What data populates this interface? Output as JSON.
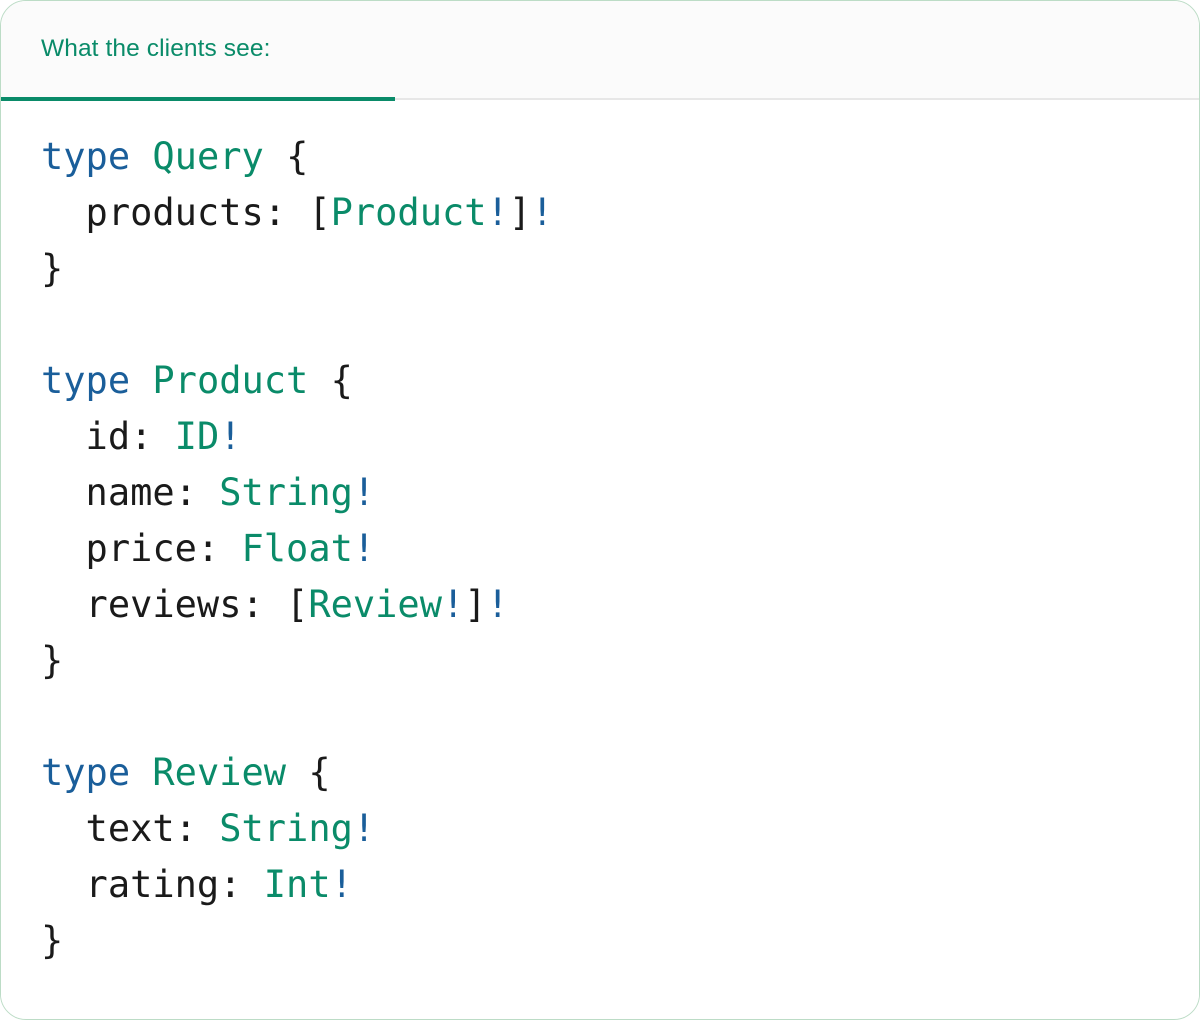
{
  "card": {
    "border_color": "#bcdcc6",
    "background": "#ffffff"
  },
  "header": {
    "background": "#fbfbfb",
    "divider_color": "#e7e7e7",
    "active_tab": {
      "label": "What the clients see:",
      "accent_color": "#0a8b69",
      "underline_color": "#0a8b69"
    }
  },
  "syntax_colors": {
    "keyword": "#1a5e9a",
    "type_name": "#0a8b69",
    "punctuation": "#1a1a1a",
    "field_name": "#1a1a1a",
    "non_null_bang": "#1a5e9a"
  },
  "code": {
    "language": "graphql",
    "raw": "type Query {\n  products: [Product!]!\n}\n\ntype Product {\n  id: ID!\n  name: String!\n  price: Float!\n  reviews: [Review!]!\n}\n\ntype Review {\n  text: String!\n  rating: Int!\n}",
    "lines": [
      {
        "id": "l1",
        "tokens": [
          {
            "t": "type",
            "c": "kw"
          },
          {
            "t": " ",
            "c": "plain"
          },
          {
            "t": "Query",
            "c": "type"
          },
          {
            "t": " ",
            "c": "plain"
          },
          {
            "t": "{",
            "c": "punct"
          }
        ]
      },
      {
        "id": "l2",
        "tokens": [
          {
            "t": "  products",
            "c": "field"
          },
          {
            "t": ": ",
            "c": "punct"
          },
          {
            "t": "[",
            "c": "punct"
          },
          {
            "t": "Product",
            "c": "type"
          },
          {
            "t": "!",
            "c": "bang"
          },
          {
            "t": "]",
            "c": "punct"
          },
          {
            "t": "!",
            "c": "bang"
          }
        ]
      },
      {
        "id": "l3",
        "tokens": [
          {
            "t": "}",
            "c": "punct"
          }
        ]
      },
      {
        "id": "l4",
        "tokens": []
      },
      {
        "id": "l5",
        "tokens": [
          {
            "t": "type",
            "c": "kw"
          },
          {
            "t": " ",
            "c": "plain"
          },
          {
            "t": "Product",
            "c": "type"
          },
          {
            "t": " ",
            "c": "plain"
          },
          {
            "t": "{",
            "c": "punct"
          }
        ]
      },
      {
        "id": "l6",
        "tokens": [
          {
            "t": "  id",
            "c": "field"
          },
          {
            "t": ": ",
            "c": "punct"
          },
          {
            "t": "ID",
            "c": "type"
          },
          {
            "t": "!",
            "c": "bang"
          }
        ]
      },
      {
        "id": "l7",
        "tokens": [
          {
            "t": "  name",
            "c": "field"
          },
          {
            "t": ": ",
            "c": "punct"
          },
          {
            "t": "String",
            "c": "type"
          },
          {
            "t": "!",
            "c": "bang"
          }
        ]
      },
      {
        "id": "l8",
        "tokens": [
          {
            "t": "  price",
            "c": "field"
          },
          {
            "t": ": ",
            "c": "punct"
          },
          {
            "t": "Float",
            "c": "type"
          },
          {
            "t": "!",
            "c": "bang"
          }
        ]
      },
      {
        "id": "l9",
        "tokens": [
          {
            "t": "  reviews",
            "c": "field"
          },
          {
            "t": ": ",
            "c": "punct"
          },
          {
            "t": "[",
            "c": "punct"
          },
          {
            "t": "Review",
            "c": "type"
          },
          {
            "t": "!",
            "c": "bang"
          },
          {
            "t": "]",
            "c": "punct"
          },
          {
            "t": "!",
            "c": "bang"
          }
        ]
      },
      {
        "id": "l10",
        "tokens": [
          {
            "t": "}",
            "c": "punct"
          }
        ]
      },
      {
        "id": "l11",
        "tokens": []
      },
      {
        "id": "l12",
        "tokens": [
          {
            "t": "type",
            "c": "kw"
          },
          {
            "t": " ",
            "c": "plain"
          },
          {
            "t": "Review",
            "c": "type"
          },
          {
            "t": " ",
            "c": "plain"
          },
          {
            "t": "{",
            "c": "punct"
          }
        ]
      },
      {
        "id": "l13",
        "tokens": [
          {
            "t": "  text",
            "c": "field"
          },
          {
            "t": ": ",
            "c": "punct"
          },
          {
            "t": "String",
            "c": "type"
          },
          {
            "t": "!",
            "c": "bang"
          }
        ]
      },
      {
        "id": "l14",
        "tokens": [
          {
            "t": "  rating",
            "c": "field"
          },
          {
            "t": ": ",
            "c": "punct"
          },
          {
            "t": "Int",
            "c": "type"
          },
          {
            "t": "!",
            "c": "bang"
          }
        ]
      },
      {
        "id": "l15",
        "tokens": [
          {
            "t": "}",
            "c": "punct"
          }
        ]
      }
    ]
  }
}
